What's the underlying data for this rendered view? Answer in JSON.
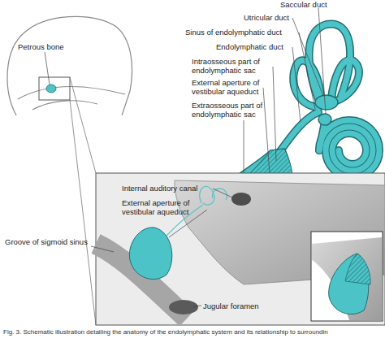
{
  "diagram": {
    "caption": "Fig. 3. Schematic illustration detailing the anatomy of the endolymphatic system and its relationship to surroundin",
    "labels": [
      "Saccular duct",
      "Utricular duct",
      "Sinus of endolymphatic duct",
      "Endolymphatic duct",
      "Intraosseous part of endolymphatic sac",
      "External aperture of vestibular aqueduct",
      "Extraosseous part of endolymphatic sac",
      "Petrous bone",
      "Internal auditory canal",
      "External aperture of vestibular aqueduct",
      "Groove of sigmoid sinus",
      "Jugular foramen"
    ]
  }
}
